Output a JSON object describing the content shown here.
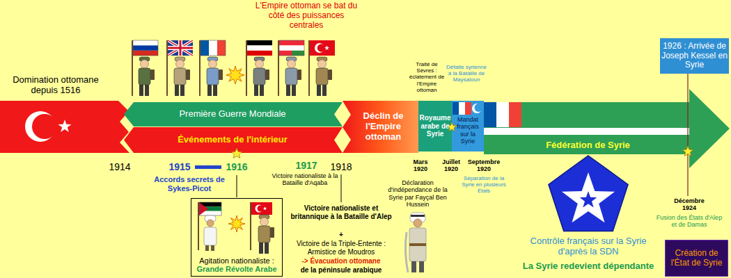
{
  "diagram": {
    "nodes": [
      {
        "text": [
          "Domination ottomane depuis 1516"
        ]
      },
      {
        "text": [
          "Première Guerre Mondiale"
        ]
      },
      {
        "text": [
          "Événements de l'intérieur"
        ]
      },
      {
        "text": [
          "Déclin de l'Empire ottoman"
        ]
      },
      {
        "text": [
          "Royaume arabe de Syrie"
        ]
      },
      {
        "text": [
          "Mandat français sur la Syrie"
        ]
      },
      {
        "text": [
          "Fédération de Syrie"
        ]
      },
      {
        "text": [
          "Agitation nationaliste :",
          "Grande Révolte Arabe"
        ]
      },
      {
        "text": [
          "1926 : Arrivée de Joseph Kessel en Syrie"
        ]
      },
      {
        "text": [
          "Création de l'État de Syrie"
        ]
      }
    ],
    "labels": [
      "L'Empire ottoman se bat du côté des puissances centrales",
      "1914",
      "1915",
      "1916",
      "Accords secrets de Sykes-Picot",
      "1917",
      "Victoire nationaliste à la Bataille d'Aqaba",
      "1918",
      "Victoire nationaliste et britannique à la Bataille d'Alep",
      "+",
      "Victoire de la Triple-Entente : Armistice de Moudros",
      "-> Évacuation ottomane",
      "de la péninsule arabique",
      "Traité de Sèvres : éclatement de l'Empire ottoman",
      "Défaite syrienne à la Bataille de Maysaloun",
      "Mars 1920",
      "Juillet 1920",
      "Septembre 1920",
      "Déclaration d'indépendance de la Syrie par Fayçal Ben Hussein",
      "Séparation de la Syrie en plusieurs États",
      "Contrôle français sur la Syrie d'après la SDN",
      "La Syrie redevient dépendante",
      "Décembre 1924",
      "Fusion des États d'Alep et de Damas"
    ]
  }
}
